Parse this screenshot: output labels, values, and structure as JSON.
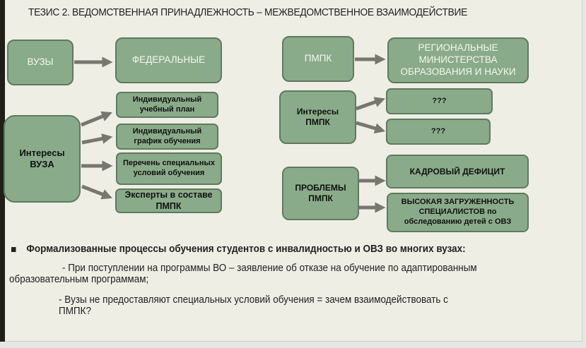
{
  "title": "ТЕЗИС 2. ВЕДОМСТВЕННАЯ ПРИНАДЛЕЖНОСТЬ – МЕЖВЕДОМСТВЕННОЕ ВЗАИМОДЕЙСТВИЕ",
  "left": {
    "vuzy": "ВУЗЫ",
    "federal": "ФЕДЕРАЛЬНЫЕ",
    "interests": "Интересы ВУЗА",
    "items": [
      "Индивидуальный учебный план",
      "Индивидуальный график обучения",
      "Перечень специальных условий обучения",
      "Эксперты в составе ПМПК"
    ]
  },
  "right": {
    "pmpk": "ПМПК",
    "regional": "РЕГИОНАЛЬНЫЕ МИНИСТЕРСТВА ОБРАЗОВАНИЯ И НАУКИ",
    "interests": "Интересы ПМПК",
    "unknown": [
      "???",
      "???"
    ],
    "problems": "ПРОБЛЕМЫ ПМПК",
    "problem_items": [
      "КАДРОВЫЙ ДЕФИЦИТ",
      "ВЫСОКАЯ ЗАГРУЖЕННОСТЬ СПЕЦИАЛИСТОВ по обследованию детей с ОВЗ"
    ]
  },
  "bullet": "Формализованные процессы обучения студентов с инвалидностью и ОВЗ во многих вузах:",
  "sub1": "- При поступлении на программы ВО – заявление об отказе на обучение по адаптированным",
  "sub1b": "образовательным программам;",
  "sub2": "- Вузы не предоставляют специальных условий обучения = зачем взаимодействовать с",
  "sub2b": "ПМПК?"
}
